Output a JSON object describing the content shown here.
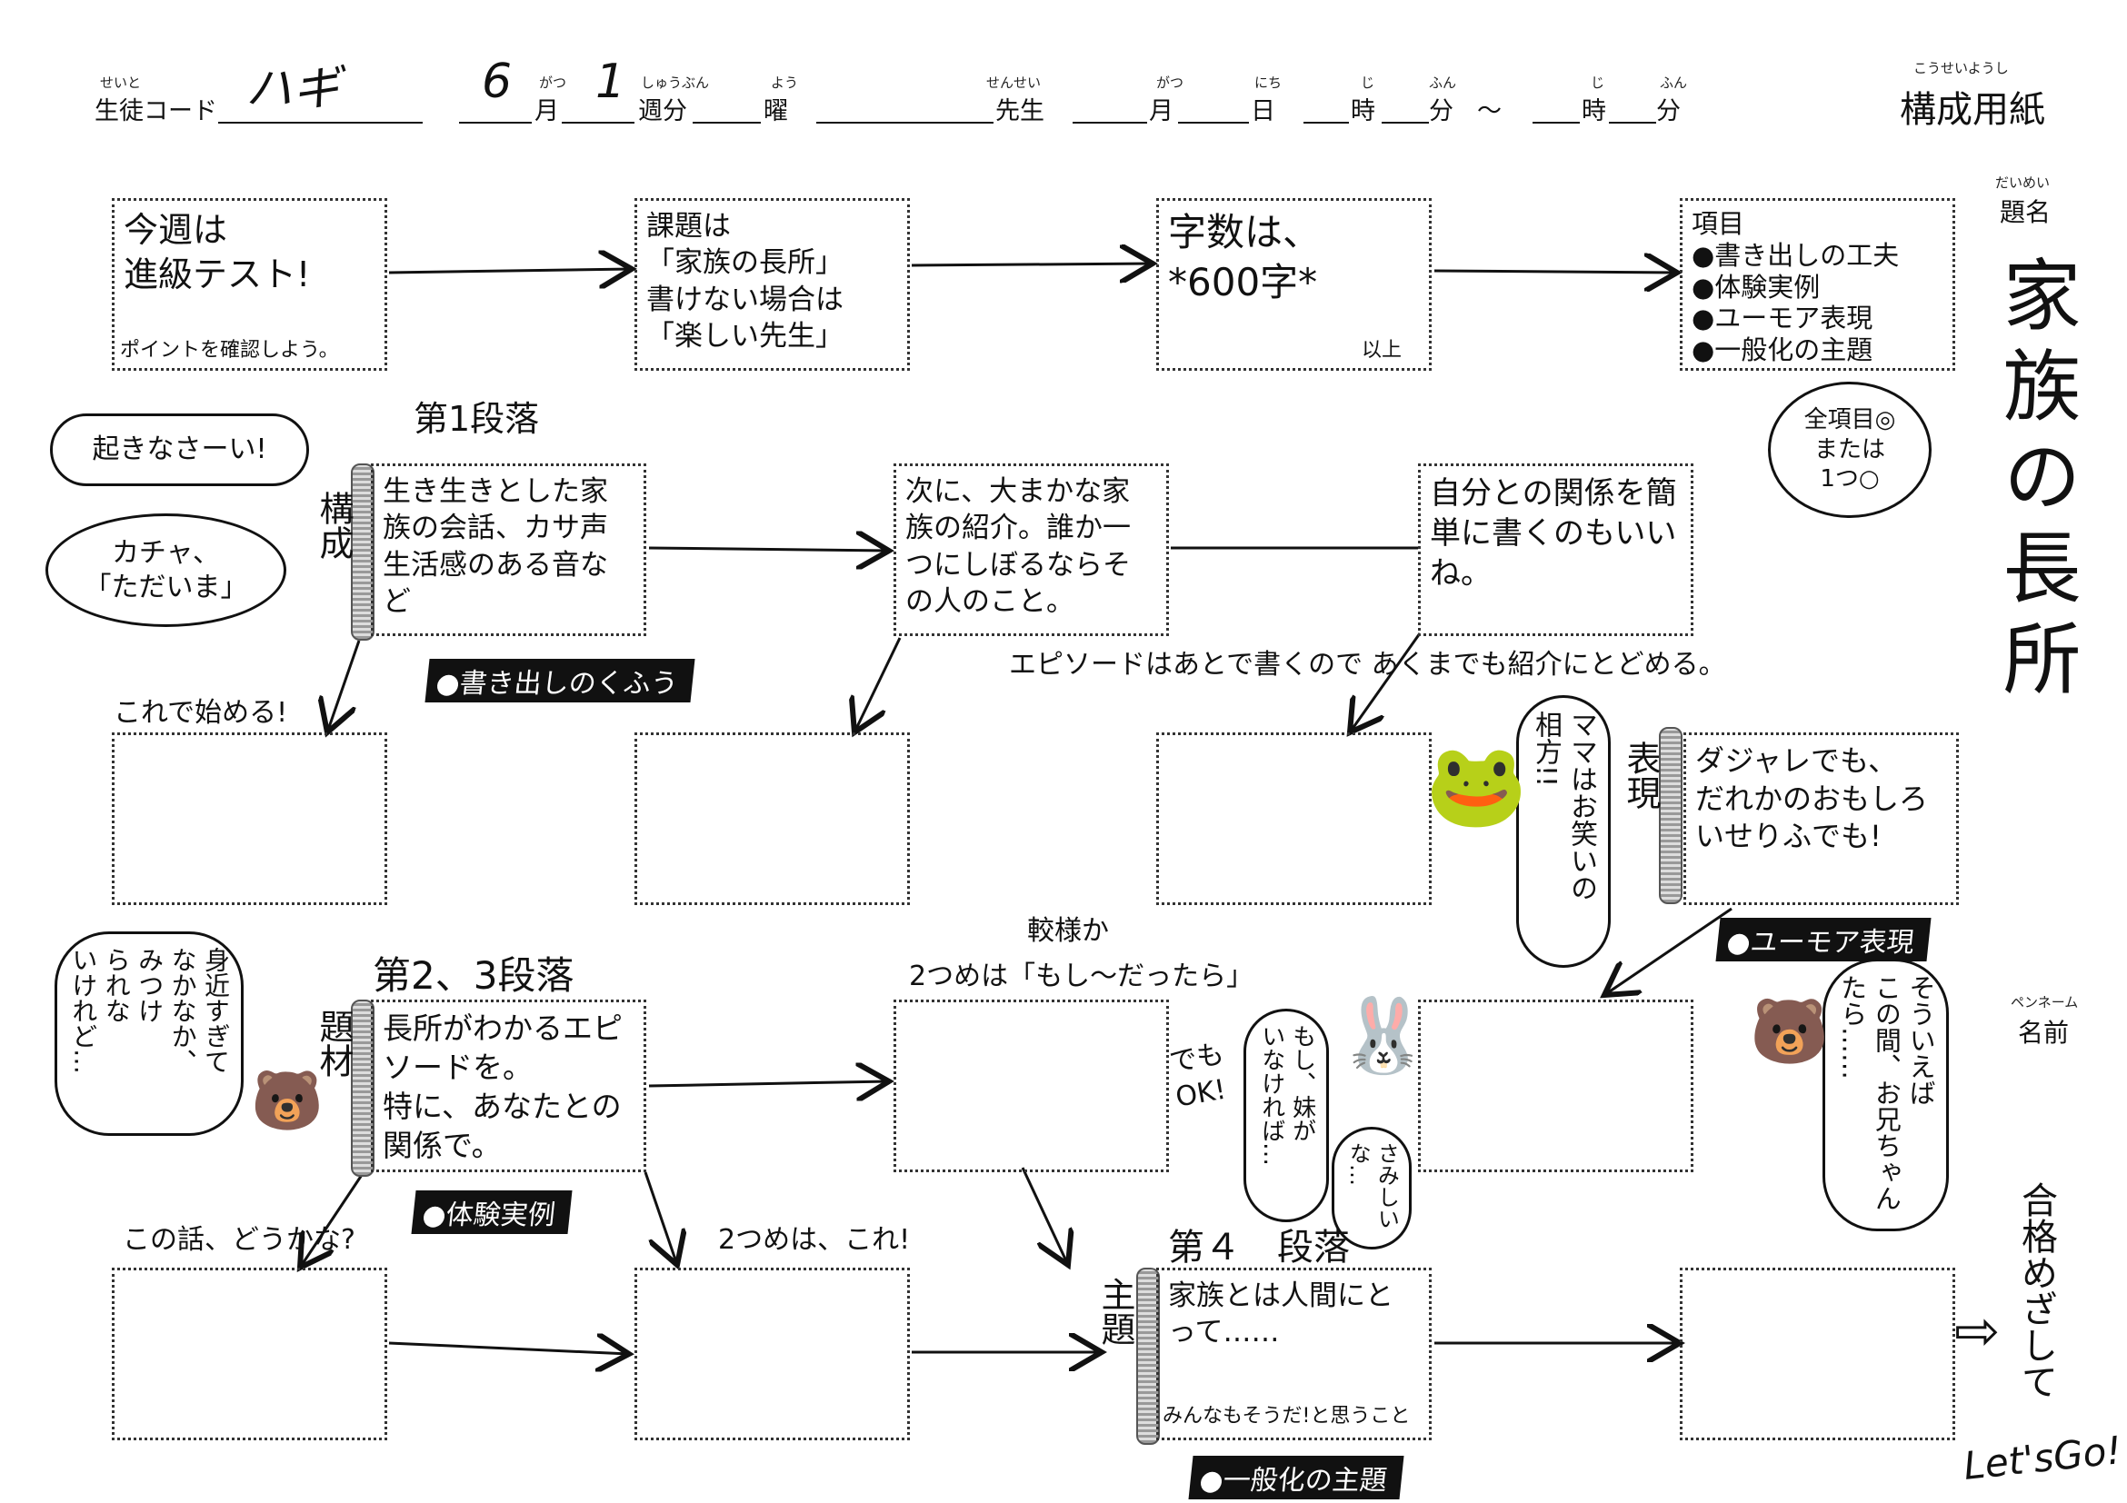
{
  "header": {
    "student_code_ruby": "せいと",
    "student_code_label": "生徒コード",
    "student_code_value": "ハギ",
    "month_value": "6",
    "month_ruby": "がつ",
    "month_label": "月",
    "week_value": "1",
    "week_ruby": "しゅうぶん",
    "week_label": "週分",
    "day_ruby": "よう",
    "day_label": "曜",
    "teacher_ruby": "せんせい",
    "teacher_label": "先生",
    "m_ruby": "がつ",
    "m_label": "月",
    "d_ruby": "にち",
    "d_label": "日",
    "h_ruby": "じ",
    "h_label": "時",
    "min_ruby": "ふん",
    "min_label": "分",
    "tilde": "〜",
    "h2_ruby": "じ",
    "h2_label": "時",
    "min2_ruby": "ふん",
    "min2_label": "分",
    "sheet_ruby": "こうせいようし",
    "sheet_title": "構成用紙"
  },
  "side": {
    "title_ruby": "だいめい",
    "title_label": "題名",
    "title_value": "家族の長所",
    "name_ruby": "ペンネーム",
    "name_label": "名前",
    "goal": "合格めざして",
    "letsgo": "Let'sGo!"
  },
  "row1": [
    {
      "text": "今週は\n 進級テスト!",
      "sub": "ポイントを確認しよう。"
    },
    {
      "text": "課題は\n「家族の長所」\n書けない場合は\n「楽しい先生」"
    },
    {
      "text": "字数は、\n*600字*",
      "sub": "以上"
    },
    {
      "text": "項目\n●書き出しの工夫\n●体験実例\n●ユーモア表現\n●一般化の主題"
    }
  ],
  "cloud_note": "全項目◎\nまたは\n1つ○",
  "para1": {
    "heading": "第1段落",
    "label": "構成",
    "boxes": [
      "生き生きとした家族の会話、カサ声\n生活感のある音など",
      "次に、大まかな家族の紹介。誰か一つにしぼるならその人のこと。",
      "自分との関係を簡単に書くのもいいね。"
    ],
    "tag": "●書き出しのくふう",
    "note_start": "これで始める!",
    "note_episode": "エピソードはあとで書くので あくまでも紹介にとどめる。"
  },
  "bubbles": {
    "wake": "起きなさーい!",
    "home": "カチャ、\n「ただいま」",
    "mama": "ママはお笑いの\n相方!!",
    "near": "身近すぎて\nなかなか、\nみつけ\nられな\nいけれど…",
    "sister": "もし、妹が\nいなければ…",
    "lonely": "さみしいな…",
    "brother": "そういえば\nこの間、お兄ちゃん\nたら……"
  },
  "humor": {
    "label": "表現",
    "box": "ダジャレでも、\nだれかのおもしろいせりふでも!",
    "tag": "●ユーモア表現"
  },
  "para23": {
    "heading": "第2、3段落",
    "label": "題材",
    "box": "長所がわかるエピソードを。\n特に、あなたとの関係で。",
    "tag": "●体験実例",
    "note_q": "この話、どうかな?",
    "note_second": "2つめは、これ!",
    "note_if_top": "較様か",
    "note_if": "2つめは「もし〜だったら」",
    "note_ok": "でも\nOK!"
  },
  "para4": {
    "heading": "第４　段落",
    "label": "主題",
    "box": "家族とは人間にとって……",
    "sub": "みんなもそうだ!と思うこと",
    "tag": "●一般化の主題"
  }
}
